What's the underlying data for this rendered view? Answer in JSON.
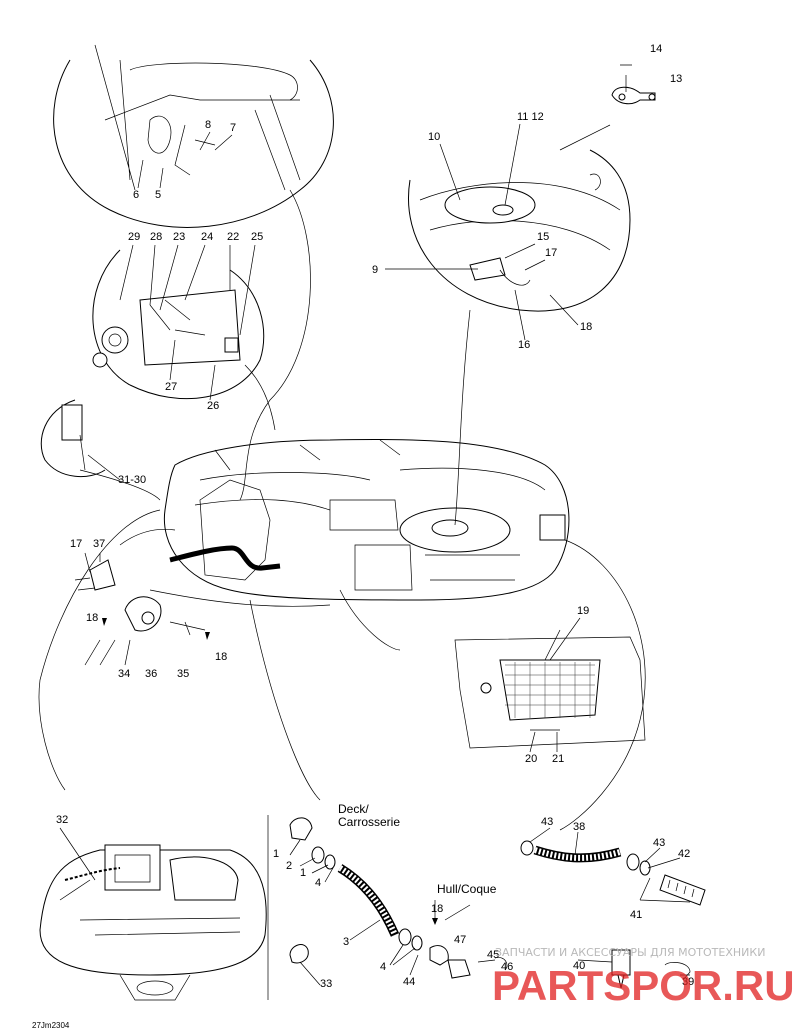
{
  "labels": {
    "p1": "1",
    "p2": "2",
    "p3": "3",
    "p4": "4",
    "p5": "5",
    "p6": "6",
    "p7": "7",
    "p8": "8",
    "p9": "9",
    "p10": "10",
    "p11_12": "11 12",
    "p13": "13",
    "p14": "14",
    "p15": "15",
    "p16": "16",
    "p17": "17",
    "p18": "18",
    "p19": "19",
    "p20": "20",
    "p21": "21",
    "p22": "22",
    "p23": "23",
    "p24": "24",
    "p25": "25",
    "p26": "26",
    "p27": "27",
    "p28": "28",
    "p29": "29",
    "p31_30": "31-30",
    "p32": "32",
    "p33": "33",
    "p34": "34",
    "p35": "35",
    "p36": "36",
    "p37": "37",
    "p38": "38",
    "p39": "39",
    "p40": "40",
    "p41": "41",
    "p42": "42",
    "p43": "43",
    "p44": "44",
    "p45": "45",
    "p46": "46",
    "p47": "47"
  },
  "text": {
    "deck_line1": "Deck/",
    "deck_line2": "Carrosserie",
    "hull": "Hull/Coque",
    "figure_code": "27Jm2304"
  },
  "watermark": {
    "top_text": "ЗАПЧАСТИ И АКСЕССУАРЫ ДЛЯ МОТОТЕХНИКИ",
    "brand": "PARTSPOR.RU"
  }
}
